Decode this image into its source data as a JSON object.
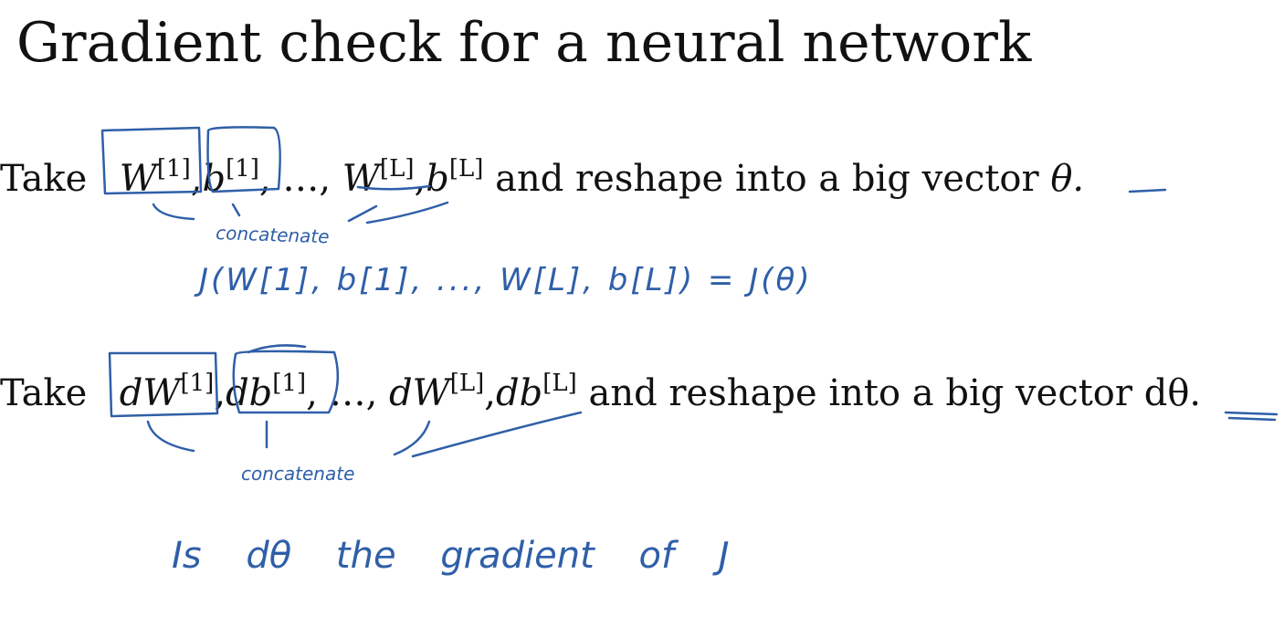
{
  "title": "Gradient check for a neural network",
  "line1": {
    "prefix": "Take",
    "params": [
      {
        "base": "W",
        "sup": "[1]"
      },
      {
        "base": "b",
        "sup": "[1]"
      },
      {
        "base": "W",
        "sup": "[L]"
      },
      {
        "base": "b",
        "sup": "[L]"
      }
    ],
    "ellipsis": "…",
    "suffix": "and reshape into a big vector",
    "vector": "θ."
  },
  "line2": {
    "prefix": "Take",
    "params": [
      {
        "base": "dW",
        "sup": "[1]"
      },
      {
        "base": "db",
        "sup": "[1]"
      },
      {
        "base": "dW",
        "sup": "[L]"
      },
      {
        "base": "db",
        "sup": "[L]"
      }
    ],
    "ellipsis": "…",
    "suffix": "and reshape into a big vector",
    "vector": "dθ."
  },
  "annotations": {
    "concat1": "concatenate",
    "cost_eq": "J(W[1], b[1], ..., W[L], b[L]) = J(θ)",
    "concat2": "concatenate",
    "question": "Is dθ the gradient of J"
  },
  "colors": {
    "ink": "#2f5fa8",
    "text": "#111111",
    "background": "#ffffff"
  }
}
